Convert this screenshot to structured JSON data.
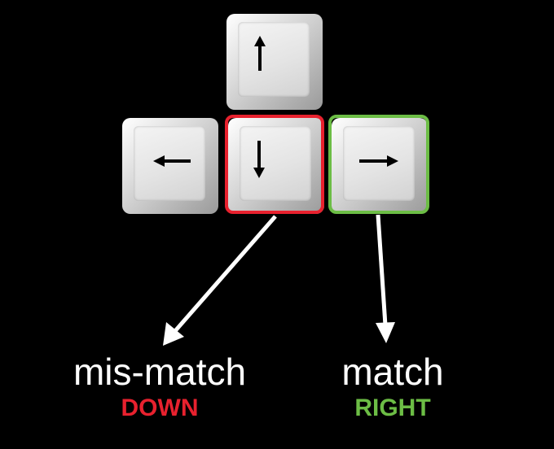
{
  "keys": {
    "up": {
      "icon": "arrow-up-icon"
    },
    "left": {
      "icon": "arrow-left-icon"
    },
    "down": {
      "icon": "arrow-down-icon"
    },
    "right": {
      "icon": "arrow-right-icon"
    }
  },
  "highlights": {
    "down_color": "#e8212e",
    "right_color": "#6cbd45"
  },
  "labels": {
    "mismatch": {
      "text": "mis-match",
      "key": "DOWN",
      "key_color": "#e8212e"
    },
    "match": {
      "text": "match",
      "key": "RIGHT",
      "key_color": "#6cbd45"
    }
  }
}
